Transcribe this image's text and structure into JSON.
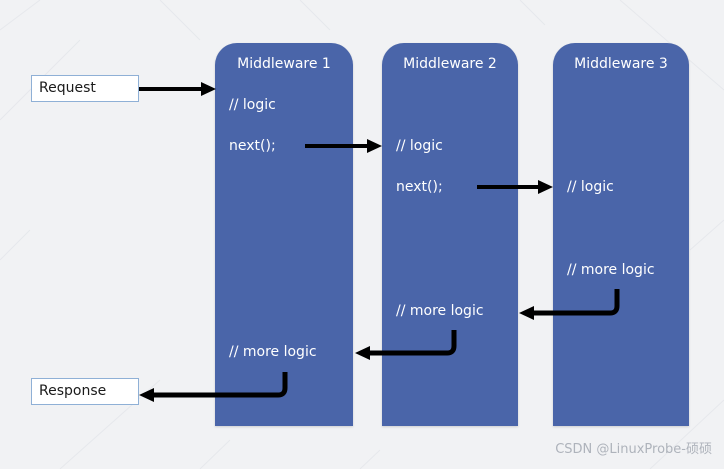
{
  "io": {
    "request": "Request",
    "response": "Response"
  },
  "middleware": [
    {
      "title": "Middleware 1",
      "logic": "// logic",
      "next": "next();",
      "more_logic": "// more logic"
    },
    {
      "title": "Middleware 2",
      "logic": "// logic",
      "next": "next();",
      "more_logic": "// more logic"
    },
    {
      "title": "Middleware 3",
      "logic": "// logic",
      "more_logic": "// more logic"
    }
  ],
  "watermark": "CSDN @LinuxProbe-硕硕",
  "colors": {
    "column": "#4a65a9",
    "arrow": "#000000",
    "background": "#f1f2f4"
  }
}
